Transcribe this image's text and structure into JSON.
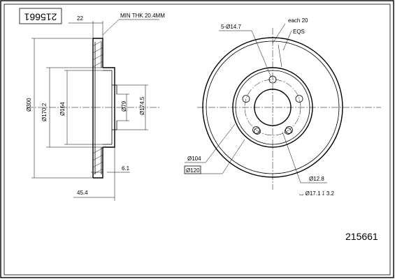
{
  "drawing": {
    "part_number_top": "215661",
    "part_number_bottom": "215661",
    "side_view": {
      "dim_width": "22",
      "min_thickness": "MIN THK 20.4MM",
      "dia_outer": "Ø300",
      "dia_170": "Ø170.2",
      "dia_164": "Ø164",
      "dia_79": "Ø79",
      "dia_174": "Ø174.5",
      "dim_61": "6.1",
      "dim_454": "45.4"
    },
    "front_view": {
      "bolt_holes": "5-Ø14.7",
      "each": "each 20",
      "eqs": "EQS",
      "dia_104": "Ø104",
      "dia_120": "Ø120",
      "dia_128": "Ø12.8",
      "counterbore": "⌴ Ø17.1 ↧ 3.2"
    }
  }
}
